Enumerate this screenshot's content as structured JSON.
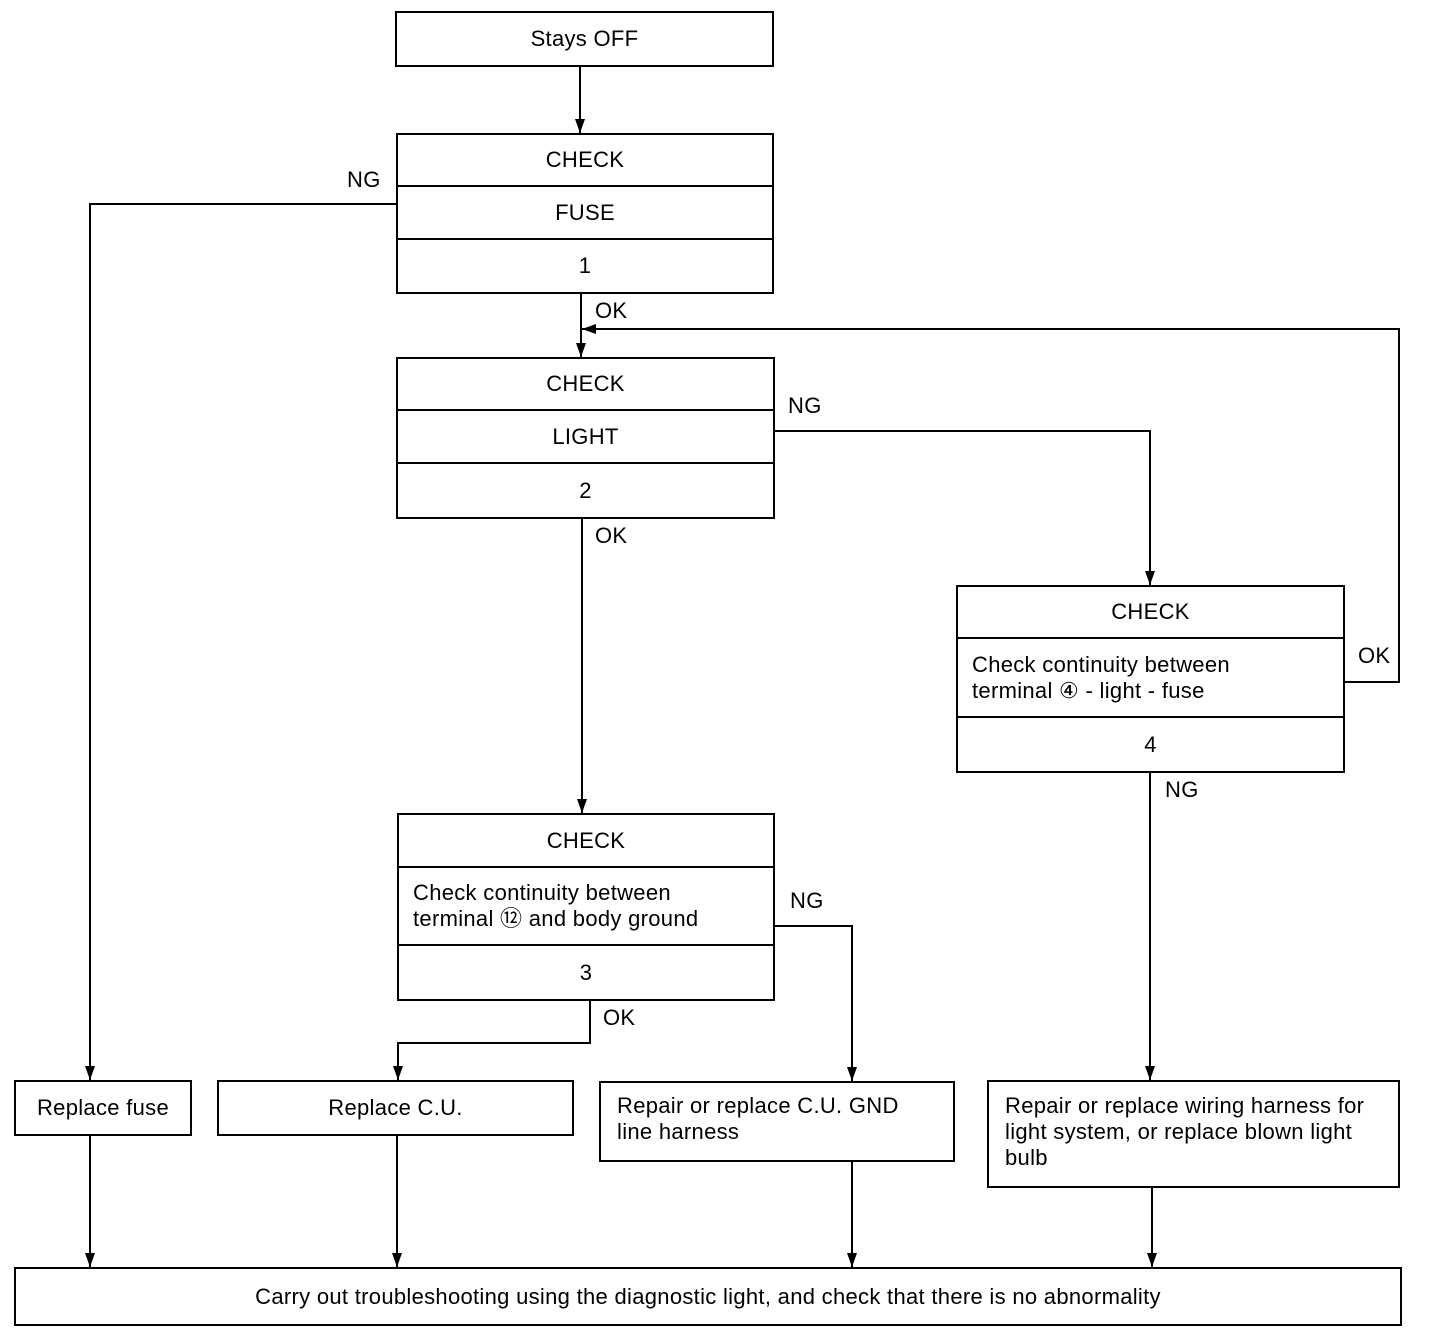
{
  "flowchart": {
    "start": {
      "text": "Stays OFF"
    },
    "checks": [
      {
        "header": "CHECK",
        "lines": [
          "FUSE"
        ],
        "number": "1"
      },
      {
        "header": "CHECK",
        "lines": [
          "LIGHT"
        ],
        "number": "2"
      },
      {
        "header": "CHECK",
        "lines": [
          "Check continuity between",
          "terminal ⑫ and body ground"
        ],
        "number": "3"
      },
      {
        "header": "CHECK",
        "lines": [
          "Check continuity between",
          "terminal ④ - light - fuse"
        ],
        "number": "4"
      }
    ],
    "actions": [
      {
        "lines": [
          "Replace fuse"
        ]
      },
      {
        "lines": [
          "Replace C.U."
        ]
      },
      {
        "lines": [
          "Repair or replace C.U. GND",
          "line harness"
        ]
      },
      {
        "lines": [
          "Repair or replace wiring harness for",
          "light system, or replace blown light",
          "bulb"
        ]
      }
    ],
    "end": {
      "text": "Carry out troubleshooting using the diagnostic light, and check that there is no abnormality"
    },
    "branch_labels": {
      "check_1_ng": "NG",
      "check_1_ok": "OK",
      "check_2_ng": "NG",
      "check_2_ok": "OK",
      "check_3_ng": "NG",
      "check_3_ok": "OK",
      "check_4_ng": "NG",
      "check_4_ok": "OK"
    }
  }
}
